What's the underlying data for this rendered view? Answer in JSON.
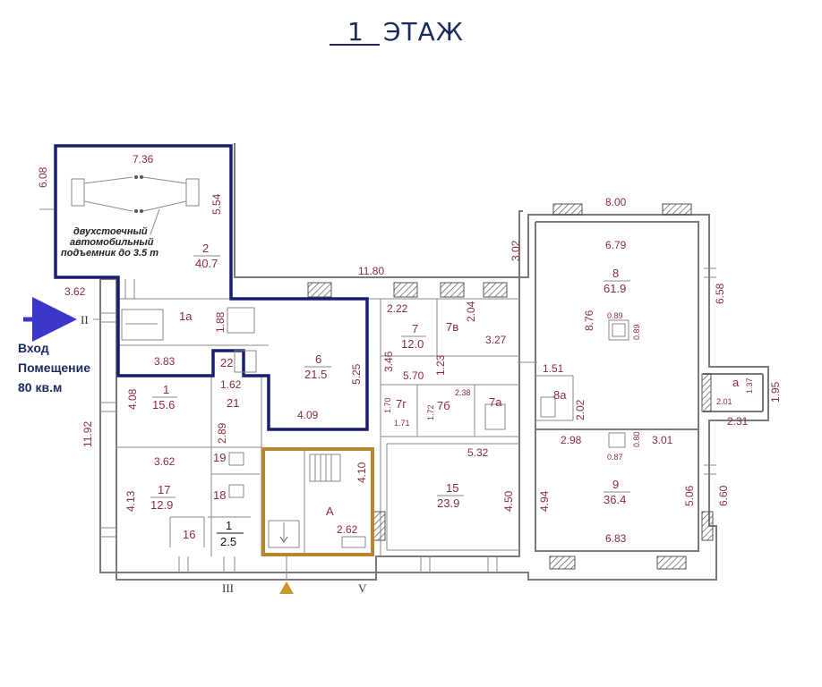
{
  "title": {
    "number": "1",
    "word": "ЭТАЖ"
  },
  "entrance": {
    "axis": "II",
    "lines": [
      "Вход",
      "Помещение",
      "80 кв.м"
    ]
  },
  "lift_note": [
    "двухстоечный",
    "автомобильный",
    "подъемник до 3.5 т"
  ],
  "axes": {
    "bottom_left": "III",
    "bottom_right": "V"
  },
  "rooms": {
    "r2": {
      "num": "2",
      "area": "40.7"
    },
    "r1a": {
      "num": "1а"
    },
    "r22": {
      "num": "22"
    },
    "r1": {
      "num": "1",
      "area": "15.6"
    },
    "r21": {
      "num": "21"
    },
    "r6": {
      "num": "6",
      "area": "21.5"
    },
    "r17": {
      "num": "17",
      "area": "12.9"
    },
    "r19": {
      "num": "19"
    },
    "r18": {
      "num": "18"
    },
    "r16": {
      "num": "16"
    },
    "r1b": {
      "num": "1",
      "area": "2.5"
    },
    "rA": {
      "num": "А"
    },
    "r7": {
      "num": "7",
      "area": "12.0"
    },
    "r7v": {
      "num": "7в"
    },
    "r7g": {
      "num": "7г"
    },
    "r7b": {
      "num": "7б"
    },
    "r7a": {
      "num": "7а"
    },
    "r15": {
      "num": "15",
      "area": "23.9"
    },
    "r8": {
      "num": "8",
      "area": "61.9"
    },
    "r8a": {
      "num": "8а"
    },
    "r9": {
      "num": "9",
      "area": "36.4"
    },
    "ra": {
      "num": "а"
    }
  },
  "dims": {
    "d608": "6.08",
    "d736": "7.36",
    "d554": "5.54",
    "d362a": "3.62",
    "d1180": "11.80",
    "d302": "3.02",
    "d800": "8.00",
    "d679": "6.79",
    "d658": "6.58",
    "d188": "1.88",
    "d222": "2.22",
    "d204": "2.04",
    "d327": "3.27",
    "d876": "8.76",
    "d089a": "0.89",
    "d089b": "0.89",
    "d383": "3.83",
    "d346": "3.46",
    "d123": "1.23",
    "d570": "5.70",
    "d151": "1.51",
    "d408": "4.08",
    "d162": "1.62",
    "d525": "5.25",
    "d170": "1.70",
    "d171": "1.71",
    "d172": "1.72",
    "d238": "2.38",
    "d202": "2.02",
    "d137": "1.37",
    "d195": "1.95",
    "d201": "2.01",
    "d231": "2.31",
    "d1192": "11.92",
    "d409": "4.09",
    "d289": "2.89",
    "d298": "2.98",
    "d080": "0.80",
    "d301": "3.01",
    "d087": "0.87",
    "d532": "5.32",
    "d362b": "3.62",
    "d410": "4.10",
    "d413": "4.13",
    "d450": "4.50",
    "d494": "4.94",
    "d506": "5.06",
    "d660": "6.60",
    "d262": "2.62",
    "d683": "6.83"
  },
  "colors": {
    "highlight_blue": "#1b1f6b",
    "highlight_orange": "#b7862e",
    "arrow_blue": "#3b38c9",
    "marker": "#c59a2a",
    "dim_text": "#8a2d3a"
  }
}
